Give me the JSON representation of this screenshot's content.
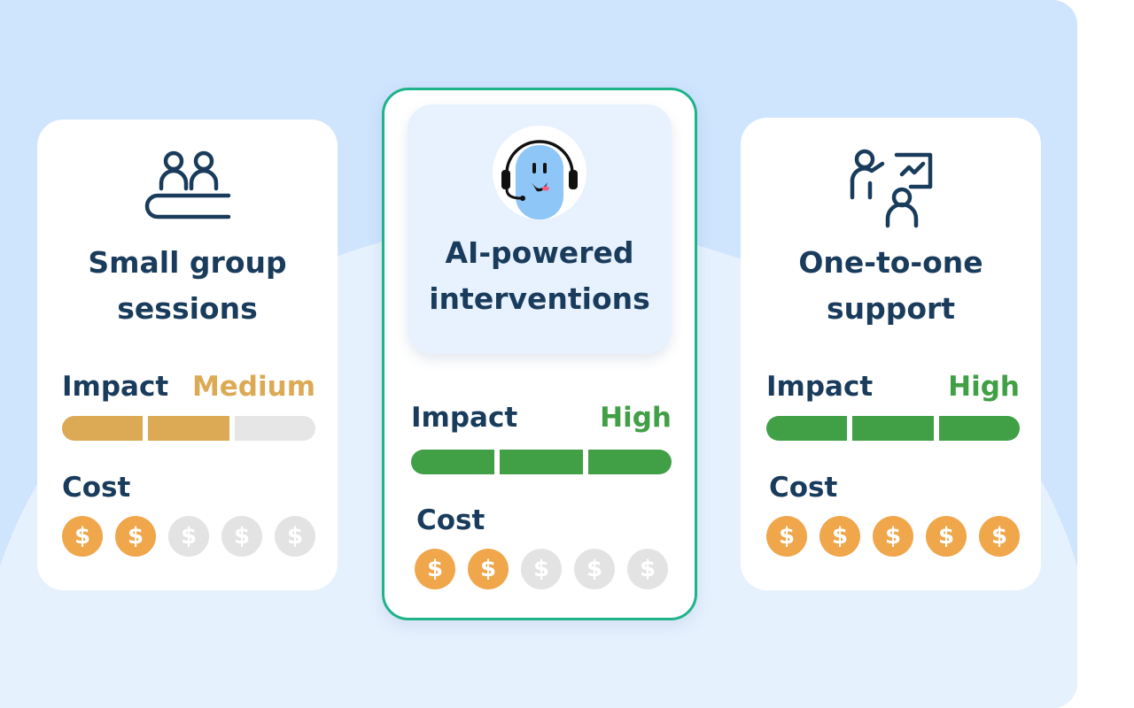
{
  "colors": {
    "panel_bg": "#cfe4fd",
    "panel_wave": "#e6f1fe",
    "title_text": "#1a3c5c",
    "medium": "#dcaa55",
    "high": "#41a046",
    "coin_active": "#f0a64a",
    "coin_inactive": "#e3e3e3",
    "bar_empty": "#e6e6e6",
    "selected_border": "#1fb38a"
  },
  "cards": [
    {
      "id": "small",
      "icon": "group-session-icon",
      "title_lines": [
        "Small group",
        "sessions"
      ],
      "impact_label": "Impact",
      "impact_value": "Medium",
      "impact_level": 2,
      "impact_max": 3,
      "impact_color": "#dcaa55",
      "cost_label": "Cost",
      "cost_level": 2,
      "cost_max": 5,
      "coin_symbol": "$",
      "selected": false
    },
    {
      "id": "ai",
      "icon": "ai-bot-headset-icon",
      "title_lines": [
        "AI-powered",
        "interventions"
      ],
      "impact_label": "Impact",
      "impact_value": "High",
      "impact_level": 3,
      "impact_max": 3,
      "impact_color": "#41a046",
      "cost_label": "Cost",
      "cost_level": 2,
      "cost_max": 5,
      "coin_symbol": "$",
      "selected": true
    },
    {
      "id": "one",
      "icon": "one-to-one-tutor-icon",
      "title_lines": [
        "One-to-one",
        "support"
      ],
      "impact_label": "Impact",
      "impact_value": "High",
      "impact_level": 3,
      "impact_max": 3,
      "impact_color": "#41a046",
      "cost_label": "Cost",
      "cost_level": 5,
      "cost_max": 5,
      "coin_symbol": "$",
      "selected": false
    }
  ]
}
